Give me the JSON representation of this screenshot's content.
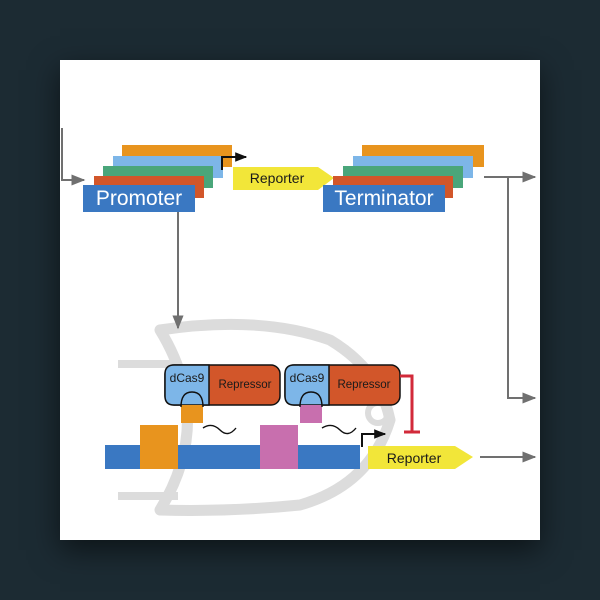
{
  "diagram": {
    "promoter_label": "Promoter",
    "reporter_label": "Reporter",
    "terminator_label": "Terminator",
    "dcas9_label_1": "dCas9",
    "repressor_label_1": "Repressor",
    "dcas9_label_2": "dCas9",
    "repressor_label_2": "Repressor",
    "output_reporter_label": "Reporter"
  },
  "colors": {
    "blue": "#3a78c2",
    "light_blue": "#7db6e8",
    "orange": "#e8941e",
    "dark_orange": "#d2562a",
    "green": "#4aa67a",
    "yellow": "#f2e639",
    "pink": "#c86fae",
    "red": "#d22a3a",
    "gate_gray": "#d8d8d8",
    "arrow_gray": "#707070"
  }
}
